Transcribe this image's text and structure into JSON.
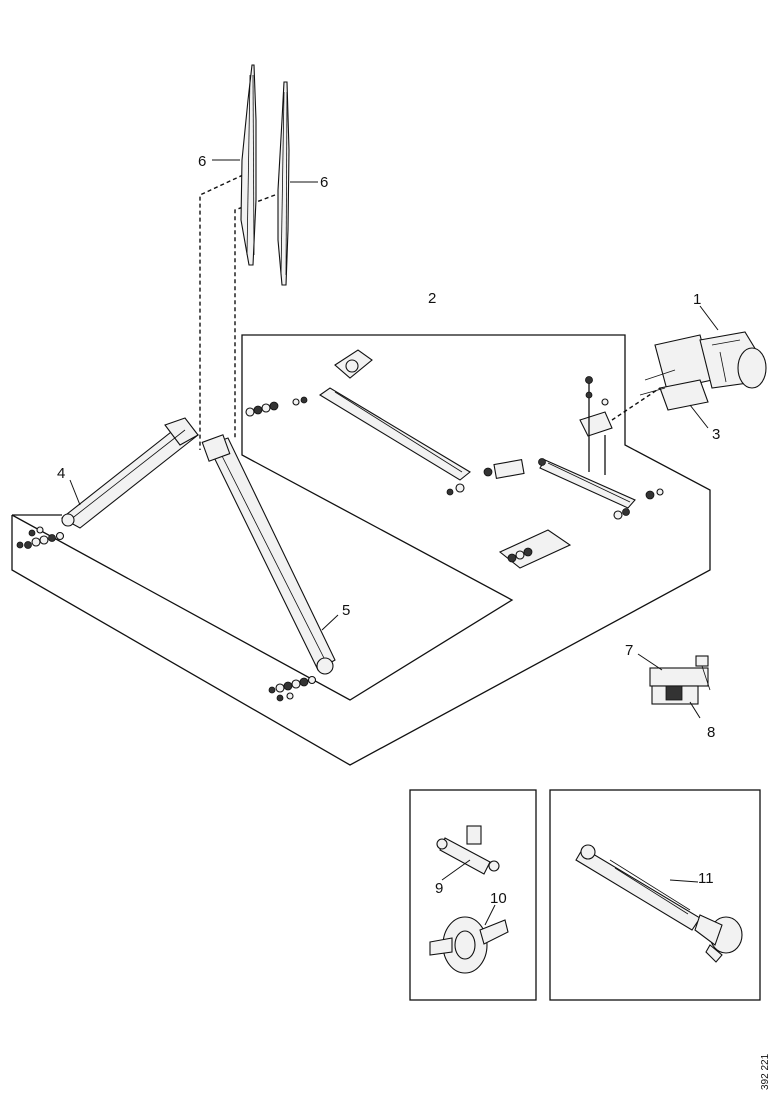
{
  "callouts": {
    "c1": "1",
    "c2": "2",
    "c3": "3",
    "c4": "4",
    "c5": "5",
    "c6a": "6",
    "c6b": "6",
    "c7": "7",
    "c8": "8",
    "c9": "9",
    "c10": "10",
    "c11": "11"
  },
  "reference_number": "392 221",
  "icons": {
    "motor": "wiper-motor-icon",
    "blade": "wiper-blade-icon",
    "arm": "wiper-arm-icon",
    "linkage": "linkage-rod-icon",
    "valve": "check-valve-icon",
    "nozzle": "washer-nozzle-icon",
    "hose": "hose-connector-icon"
  }
}
